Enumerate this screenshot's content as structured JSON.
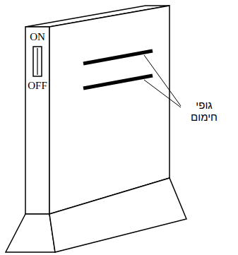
{
  "diagram": {
    "labels": [
      "ON",
      "OFF",
      "גופי חימום"
    ]
  }
}
